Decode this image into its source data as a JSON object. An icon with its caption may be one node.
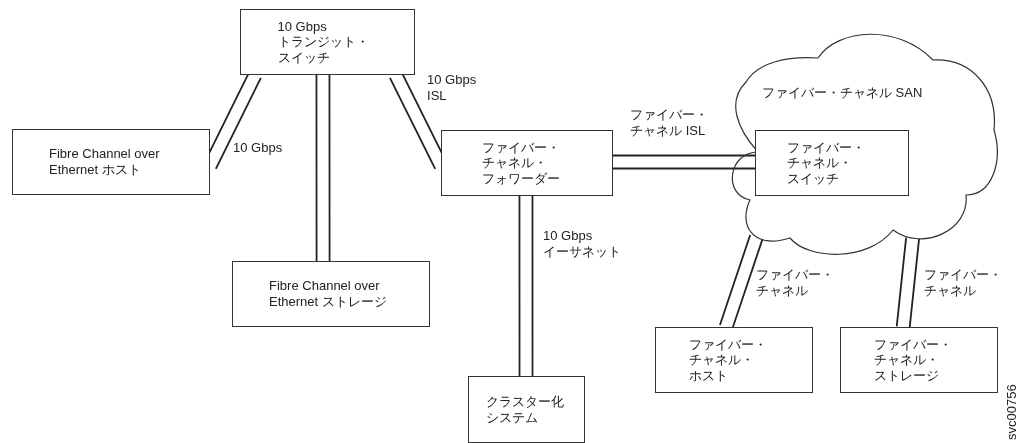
{
  "diagram": {
    "nodes": [
      {
        "text": [
          "10 Gbps トランジット・スイッチ"
        ]
      },
      {
        "text": [
          "Fibre Channel over Ethernet ホスト"
        ]
      },
      {
        "text": [
          "Fibre Channel over Ethernet ストレージ"
        ]
      },
      {
        "text": [
          "ファイバー・チャネル・フォワーダー"
        ]
      },
      {
        "text": [
          "ファイバー・チャネル SAN"
        ]
      },
      {
        "text": [
          "ファイバー・チャネル・スイッチ"
        ],
        "in": 4
      },
      {
        "text": [
          "クラスター化システム"
        ]
      },
      {
        "text": [
          "ファイバー・チャネル・ホスト"
        ]
      },
      {
        "text": [
          "ファイバー・チャネル・ストレージ"
        ]
      }
    ],
    "edges": [
      {
        "from": 0,
        "to": 1,
        "arrow": "none",
        "label": "10 Gbps"
      },
      {
        "from": 0,
        "to": 2,
        "arrow": "none"
      },
      {
        "from": 0,
        "to": 3,
        "arrow": "none",
        "label": "10 Gbps ISL"
      },
      {
        "from": 3,
        "to": 5,
        "arrow": "none",
        "label": "ファイバー・チャネル ISL"
      },
      {
        "from": 3,
        "to": 6,
        "arrow": "none",
        "label": "10 Gbps イーサネット"
      },
      {
        "from": 4,
        "to": 7,
        "arrow": "none",
        "label": "ファイバー・チャネル"
      },
      {
        "from": 4,
        "to": 8,
        "arrow": "none",
        "label": "ファイバー・チャネル"
      }
    ],
    "labels": [
      "svc00756"
    ]
  }
}
